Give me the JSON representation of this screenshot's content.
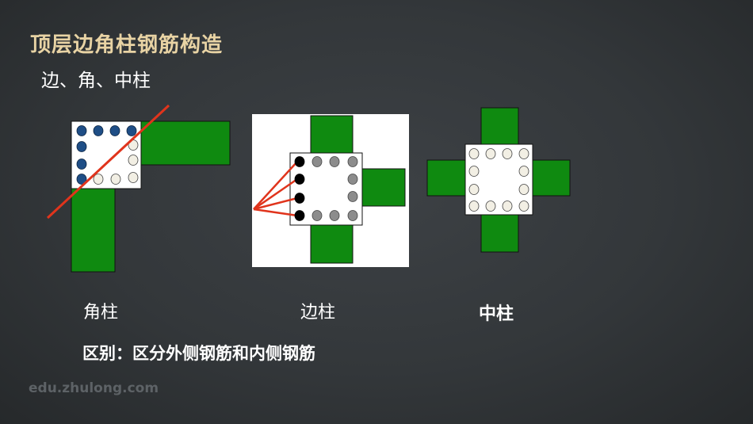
{
  "title": "顶层边角柱钢筋构造",
  "subtitle": "边、角、中柱",
  "labels": {
    "corner_column": "角柱",
    "edge_column": "边柱",
    "center_column": "中柱"
  },
  "note": "区别：区分外侧钢筋和内侧钢筋",
  "watermark": "edu.zhulong.com",
  "colors": {
    "title": "#e8d3a4",
    "beam": "#0f8a10",
    "outer_rebar_corner": "#1f4e86",
    "outer_rebar_edge": "#000000",
    "inner_rebar": "#f2efe4",
    "edge_inner_rebar": "#8c8c8c",
    "indicator_line": "#e0341c"
  }
}
